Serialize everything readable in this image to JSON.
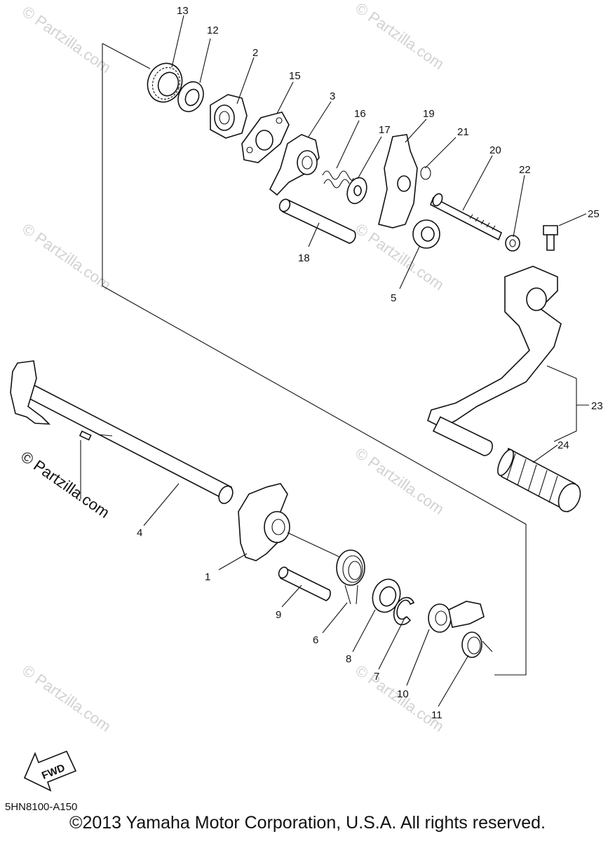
{
  "watermark": "© Partzilla.com",
  "fwd_label": "FWD",
  "diagram_code": "5HN8100-A150",
  "copyright": "©2013 Yamaha Motor Corporation, U.S.A. All rights reserved.",
  "callouts": {
    "c1": "1",
    "c2": "2",
    "c3": "3",
    "c4": "4",
    "c5": "5",
    "c6": "6",
    "c7": "7",
    "c8": "8",
    "c9": "9",
    "c10": "10",
    "c11": "11",
    "c12": "12",
    "c13": "13",
    "c15": "15",
    "c16": "16",
    "c17": "17",
    "c18": "18",
    "c19": "19",
    "c20": "20",
    "c21": "21",
    "c22": "22",
    "c23": "23",
    "c24": "24",
    "c25": "25"
  }
}
